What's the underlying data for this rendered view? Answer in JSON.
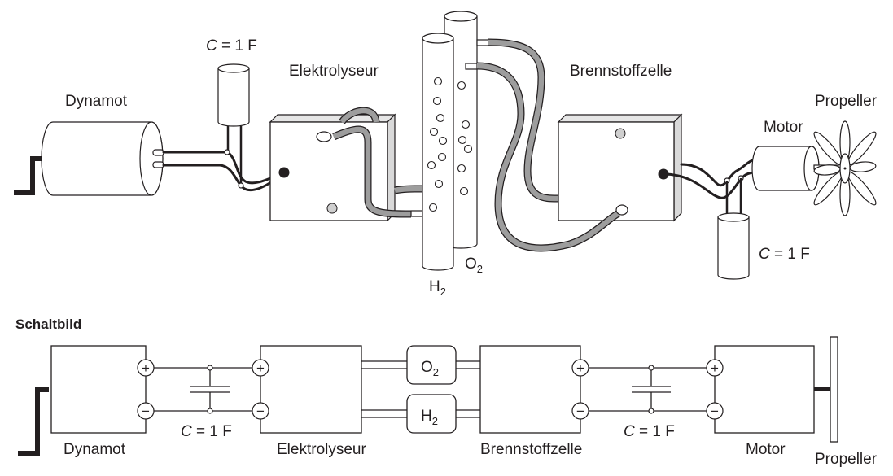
{
  "figure": {
    "description": "Hydrogen energy chain: dynamo, capacitor, electrolyser, gas storage, fuel cell, capacitor, motor, propeller",
    "colors": {
      "line": "#231f20",
      "hose": "#9d9d9d",
      "panel_side": "#d9d9d9",
      "background": "#ffffff"
    }
  },
  "illustration": {
    "dynamo_label": "Dynamot",
    "capacitor_left_label": {
      "symbol": "C",
      "rest": " = 1 F"
    },
    "electrolyser_label": "Elektrolyseur",
    "fuel_cell_label": "Brennstoffzelle",
    "motor_label": "Motor",
    "propeller_label": "Propeller",
    "capacitor_right_label": {
      "symbol": "C",
      "rest": " = 1 F"
    },
    "h2_tank_label": {
      "base": "H",
      "sub": "2"
    },
    "o2_tank_label": {
      "base": "O",
      "sub": "2"
    }
  },
  "schematic": {
    "title": "Schaltbild",
    "blocks": [
      {
        "id": "dynamo",
        "label": "Dynamot"
      },
      {
        "id": "electrolyser",
        "label": "Elektrolyseur"
      },
      {
        "id": "fuel_cell",
        "label": "Brennstoffzelle"
      },
      {
        "id": "motor",
        "label": "Motor"
      }
    ],
    "gas_boxes": [
      {
        "id": "o2",
        "base": "O",
        "sub": "2"
      },
      {
        "id": "h2",
        "base": "H",
        "sub": "2"
      }
    ],
    "capacitor_left": {
      "symbol": "C",
      "rest": " = 1 F"
    },
    "capacitor_right": {
      "symbol": "C",
      "rest": " = 1 F"
    },
    "terminal_plus": "+",
    "terminal_minus": "−",
    "propeller_label": "Propeller"
  }
}
